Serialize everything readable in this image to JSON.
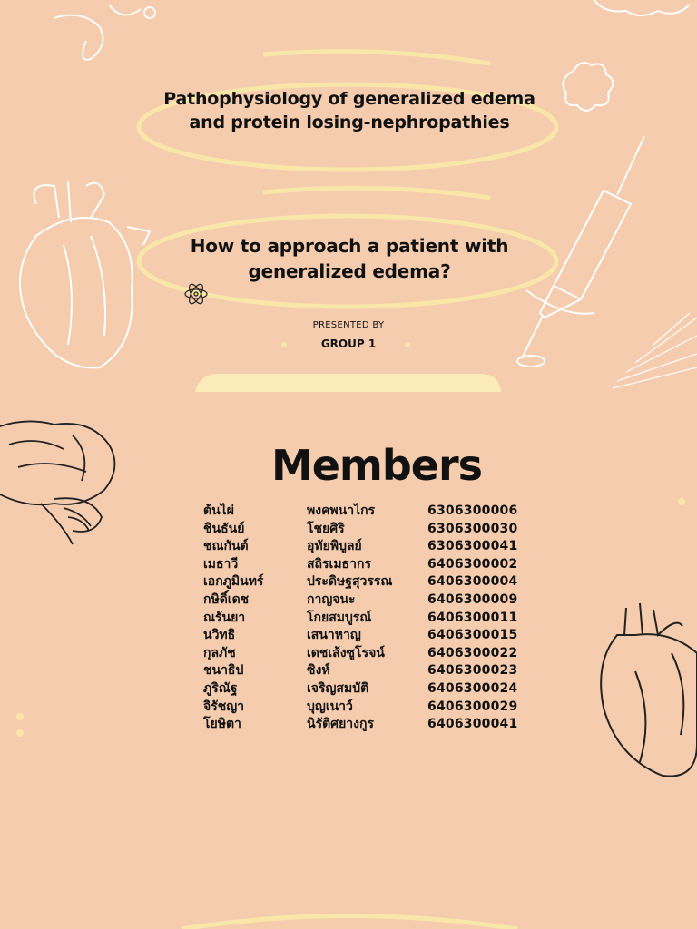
{
  "main_title": "Pathophysiology of generalized edema and protein losing-nephropathies",
  "subtitle": "How to approach a patient with generalized edema?",
  "presented_by": "PRESENTED BY",
  "group": "GROUP 1",
  "members_heading": "Members",
  "members": [
    {
      "first": "ต้นไผ่",
      "last": "พงคพนาไกร",
      "id": "6306300006"
    },
    {
      "first": "ชินธันย์",
      "last": "โชยศิริ",
      "id": "6306300030"
    },
    {
      "first": "ชณกันต์",
      "last": "อุทัยพิบูลย์",
      "id": "6306300041"
    },
    {
      "first": "เมธาวี",
      "last": "สถิรเมธากร",
      "id": "6406300002"
    },
    {
      "first": "เอกภูมินทร์",
      "last": "ประดิษฐสุวรรณ",
      "id": "6406300004"
    },
    {
      "first": "กษิดิ์เดช",
      "last": "กาญจนะ",
      "id": "6406300009"
    },
    {
      "first": "ณรันยา",
      "last": "โกยสมบูรณ์",
      "id": "6406300011"
    },
    {
      "first": "นวิทธิ",
      "last": "เสนาหาญ",
      "id": "6406300015"
    },
    {
      "first": "กุลภัช",
      "last": "เดชเส้งซูโรจน์",
      "id": "6406300022"
    },
    {
      "first": "ชนาธิป",
      "last": "ซิงห์",
      "id": "6406300023"
    },
    {
      "first": "ภูริณัฐ",
      "last": "เจริญสมบัติ",
      "id": "6406300024"
    },
    {
      "first": "จิรัชญา",
      "last": "บุญเนาว์",
      "id": "6406300029"
    },
    {
      "first": "โยษิตา",
      "last": "นิรัติศยางกูร",
      "id": "6406300041"
    }
  ]
}
